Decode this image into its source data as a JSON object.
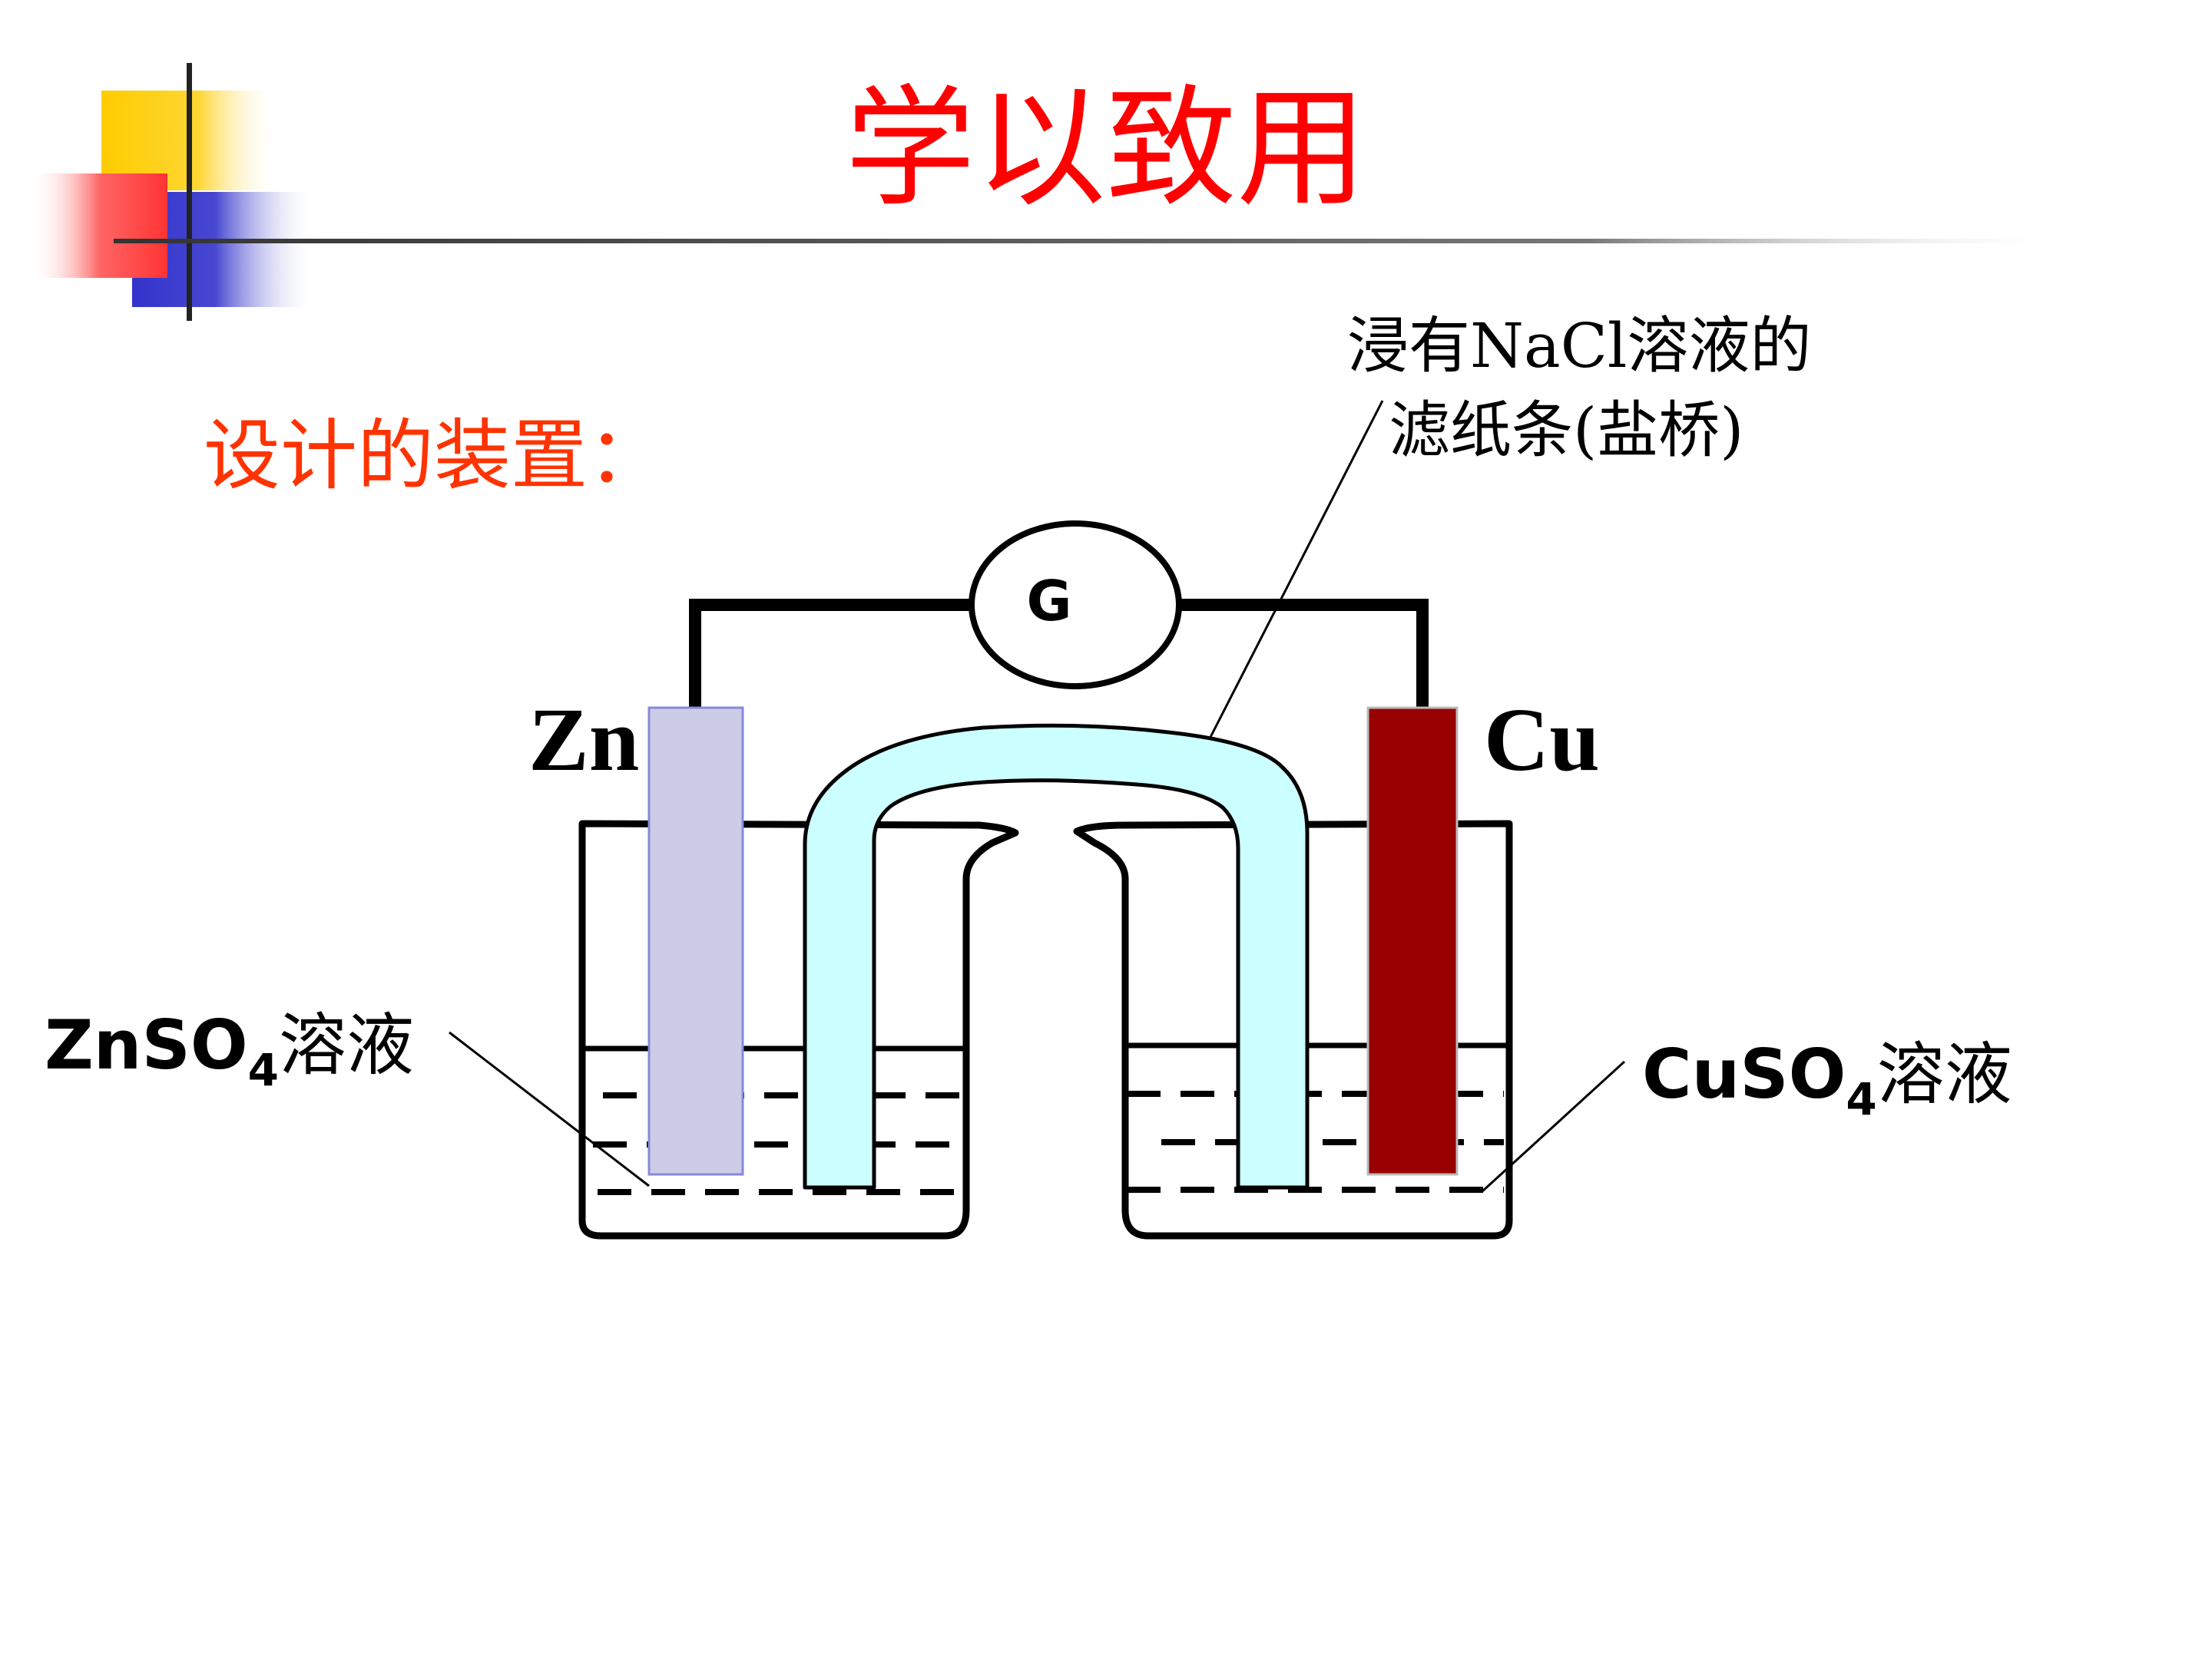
{
  "slide": {
    "title": "学以致用",
    "subtitle": "设计的装置："
  },
  "diagram": {
    "galvanometer_label": "G",
    "left_electrode": "Zn",
    "right_electrode": "Cu",
    "left_solution": {
      "formula": "ZnSO",
      "subscript": "4",
      "suffix": "溶液"
    },
    "right_solution": {
      "formula": "CuSO",
      "subscript": "4",
      "suffix": "溶液"
    },
    "salt_bridge_note": {
      "line1": "浸有NaCl溶液的",
      "line2": "滤纸条(盐桥)"
    }
  },
  "colors": {
    "title": "#ff0000",
    "subtitle": "#ff3300",
    "zinc": "#cccce6",
    "copper": "#990000",
    "salt_bridge": "#ccffff",
    "deco_yellow": "#ffcc00",
    "deco_blue": "#3333cc",
    "deco_red": "#ff3333"
  }
}
